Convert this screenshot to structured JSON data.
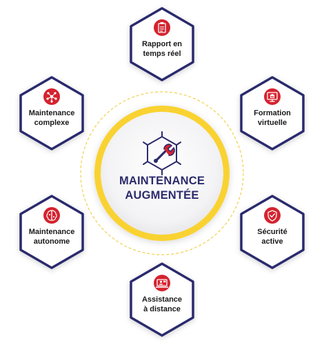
{
  "center": {
    "title_line1": "MAINTENANCE",
    "title_line2": "AUGMENTÉE",
    "icon": "wrench-in-cube-icon"
  },
  "nodes": [
    {
      "id": "rapport",
      "line1": "Rapport en",
      "line2": "temps réel",
      "icon": "clipboard-report-icon"
    },
    {
      "id": "formation",
      "line1": "Formation",
      "line2": "virtuelle",
      "icon": "monitor-graduation-icon"
    },
    {
      "id": "securite",
      "line1": "Sécurité",
      "line2": "active",
      "icon": "shield-check-icon"
    },
    {
      "id": "assistance",
      "line1": "Assistance",
      "line2": "à distance",
      "icon": "remote-assistance-icon"
    },
    {
      "id": "autonome",
      "line1": "Maintenance",
      "line2": "autonome",
      "icon": "brain-chip-icon"
    },
    {
      "id": "complexe",
      "line1": "Maintenance",
      "line2": "complexe",
      "icon": "network-nodes-icon"
    }
  ],
  "colors": {
    "hex_border": "#2a2a6e",
    "icon_red": "#d5232f",
    "ring_yellow": "#f9d230",
    "center_text": "#2c2b6b",
    "dashed": "#f2cf4a"
  }
}
